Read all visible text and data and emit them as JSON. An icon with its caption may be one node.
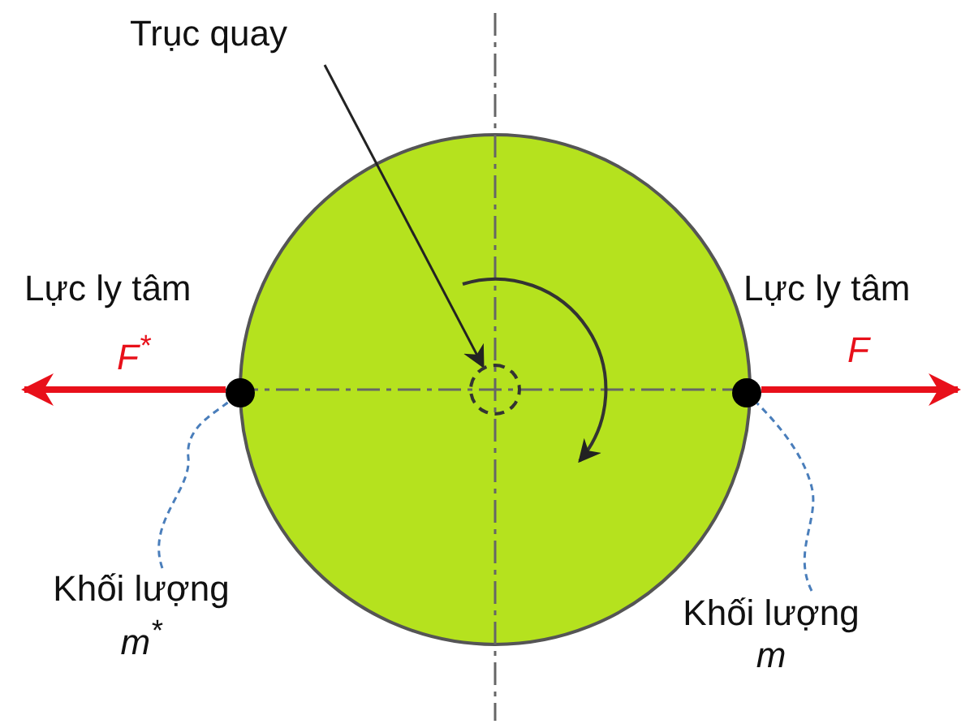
{
  "diagram": {
    "nodes": [
      {
        "text": [
          "Trục quay"
        ]
      },
      {
        "text": [],
        "shape": "circle"
      },
      {
        "text": [],
        "shape": "circle"
      },
      {
        "text": [],
        "shape": "circle"
      },
      {
        "text": [
          "Khối lượng",
          "m$^{*}$"
        ]
      },
      {
        "text": [
          "Khối lượng",
          "m"
        ]
      }
    ],
    "edges": [
      {
        "from": 0,
        "to": 2,
        "arrow": "to",
        "color": "#222222"
      },
      {
        "from": 4,
        "to": 1,
        "arrow": "none",
        "style": "dashed",
        "color": "#4a7ebb"
      },
      {
        "from": 5,
        "to": 3,
        "arrow": "none",
        "style": "dashed",
        "color": "#4a7ebb"
      }
    ],
    "labels": [
      "Lực ly tâm",
      "F$^{*}$",
      "Lực ly tâm",
      "F"
    ]
  }
}
